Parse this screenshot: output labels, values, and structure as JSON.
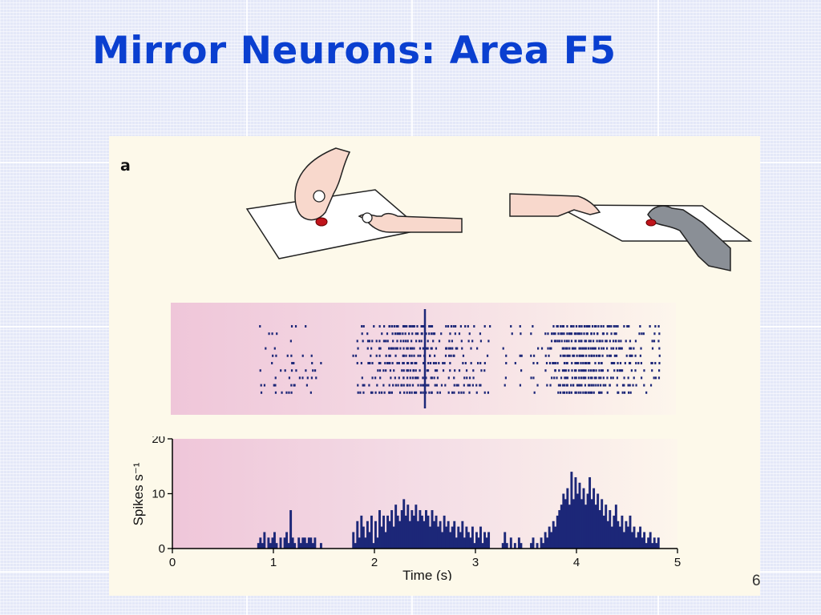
{
  "slide": {
    "title": "Mirror Neurons: Area F5",
    "panel_label": "a",
    "page_number": "6"
  },
  "colors": {
    "title": "#0a3fd0",
    "spikes": "#1c2778",
    "panel_bg": "#fdf9ea"
  },
  "chart_data": {
    "type": "bar",
    "title": "",
    "xlabel": "Time (s)",
    "ylabel": "Spikes s⁻¹",
    "xlim": [
      0,
      5
    ],
    "ylim": [
      0,
      20
    ],
    "x_ticks": [
      0,
      1,
      2,
      3,
      4,
      5
    ],
    "y_ticks": [
      0,
      10,
      20
    ],
    "bin_width": 0.02,
    "event_marker_time": 2.5,
    "grid": false,
    "bins": [
      {
        "x": 0.84,
        "y": 1
      },
      {
        "x": 0.86,
        "y": 2
      },
      {
        "x": 0.88,
        "y": 1
      },
      {
        "x": 0.9,
        "y": 3
      },
      {
        "x": 0.94,
        "y": 2
      },
      {
        "x": 0.96,
        "y": 1
      },
      {
        "x": 0.98,
        "y": 2
      },
      {
        "x": 1.0,
        "y": 3
      },
      {
        "x": 1.02,
        "y": 1
      },
      {
        "x": 1.06,
        "y": 2
      },
      {
        "x": 1.1,
        "y": 2
      },
      {
        "x": 1.12,
        "y": 3
      },
      {
        "x": 1.14,
        "y": 1
      },
      {
        "x": 1.16,
        "y": 7
      },
      {
        "x": 1.18,
        "y": 2
      },
      {
        "x": 1.2,
        "y": 1
      },
      {
        "x": 1.24,
        "y": 2
      },
      {
        "x": 1.26,
        "y": 1
      },
      {
        "x": 1.28,
        "y": 2
      },
      {
        "x": 1.3,
        "y": 2
      },
      {
        "x": 1.32,
        "y": 1
      },
      {
        "x": 1.34,
        "y": 2
      },
      {
        "x": 1.36,
        "y": 2
      },
      {
        "x": 1.38,
        "y": 1
      },
      {
        "x": 1.4,
        "y": 2
      },
      {
        "x": 1.46,
        "y": 1
      },
      {
        "x": 1.78,
        "y": 3
      },
      {
        "x": 1.8,
        "y": 1
      },
      {
        "x": 1.82,
        "y": 5
      },
      {
        "x": 1.84,
        "y": 2
      },
      {
        "x": 1.86,
        "y": 6
      },
      {
        "x": 1.88,
        "y": 4
      },
      {
        "x": 1.9,
        "y": 2
      },
      {
        "x": 1.92,
        "y": 5
      },
      {
        "x": 1.94,
        "y": 3
      },
      {
        "x": 1.96,
        "y": 6
      },
      {
        "x": 1.98,
        "y": 1
      },
      {
        "x": 2.0,
        "y": 5
      },
      {
        "x": 2.02,
        "y": 2
      },
      {
        "x": 2.04,
        "y": 7
      },
      {
        "x": 2.06,
        "y": 4
      },
      {
        "x": 2.08,
        "y": 6
      },
      {
        "x": 2.1,
        "y": 3
      },
      {
        "x": 2.12,
        "y": 6
      },
      {
        "x": 2.14,
        "y": 5
      },
      {
        "x": 2.16,
        "y": 7
      },
      {
        "x": 2.18,
        "y": 4
      },
      {
        "x": 2.2,
        "y": 8
      },
      {
        "x": 2.22,
        "y": 6
      },
      {
        "x": 2.24,
        "y": 5
      },
      {
        "x": 2.26,
        "y": 7
      },
      {
        "x": 2.28,
        "y": 9
      },
      {
        "x": 2.3,
        "y": 6
      },
      {
        "x": 2.32,
        "y": 8
      },
      {
        "x": 2.34,
        "y": 5
      },
      {
        "x": 2.36,
        "y": 7
      },
      {
        "x": 2.38,
        "y": 6
      },
      {
        "x": 2.4,
        "y": 8
      },
      {
        "x": 2.42,
        "y": 5
      },
      {
        "x": 2.44,
        "y": 7
      },
      {
        "x": 2.46,
        "y": 6
      },
      {
        "x": 2.48,
        "y": 5
      },
      {
        "x": 2.5,
        "y": 7
      },
      {
        "x": 2.52,
        "y": 6
      },
      {
        "x": 2.54,
        "y": 4
      },
      {
        "x": 2.56,
        "y": 7
      },
      {
        "x": 2.58,
        "y": 5
      },
      {
        "x": 2.6,
        "y": 6
      },
      {
        "x": 2.62,
        "y": 4
      },
      {
        "x": 2.64,
        "y": 5
      },
      {
        "x": 2.66,
        "y": 3
      },
      {
        "x": 2.68,
        "y": 6
      },
      {
        "x": 2.7,
        "y": 4
      },
      {
        "x": 2.72,
        "y": 5
      },
      {
        "x": 2.74,
        "y": 3
      },
      {
        "x": 2.76,
        "y": 4
      },
      {
        "x": 2.78,
        "y": 5
      },
      {
        "x": 2.8,
        "y": 2
      },
      {
        "x": 2.82,
        "y": 4
      },
      {
        "x": 2.84,
        "y": 3
      },
      {
        "x": 2.86,
        "y": 5
      },
      {
        "x": 2.88,
        "y": 2
      },
      {
        "x": 2.9,
        "y": 4
      },
      {
        "x": 2.92,
        "y": 3
      },
      {
        "x": 2.94,
        "y": 2
      },
      {
        "x": 2.96,
        "y": 4
      },
      {
        "x": 2.98,
        "y": 1
      },
      {
        "x": 3.0,
        "y": 3
      },
      {
        "x": 3.02,
        "y": 2
      },
      {
        "x": 3.04,
        "y": 4
      },
      {
        "x": 3.06,
        "y": 1
      },
      {
        "x": 3.08,
        "y": 3
      },
      {
        "x": 3.1,
        "y": 2
      },
      {
        "x": 3.12,
        "y": 3
      },
      {
        "x": 3.26,
        "y": 1
      },
      {
        "x": 3.28,
        "y": 3
      },
      {
        "x": 3.3,
        "y": 1
      },
      {
        "x": 3.34,
        "y": 2
      },
      {
        "x": 3.38,
        "y": 1
      },
      {
        "x": 3.42,
        "y": 2
      },
      {
        "x": 3.44,
        "y": 1
      },
      {
        "x": 3.54,
        "y": 1
      },
      {
        "x": 3.56,
        "y": 2
      },
      {
        "x": 3.6,
        "y": 1
      },
      {
        "x": 3.64,
        "y": 2
      },
      {
        "x": 3.66,
        "y": 1
      },
      {
        "x": 3.68,
        "y": 3
      },
      {
        "x": 3.7,
        "y": 2
      },
      {
        "x": 3.72,
        "y": 4
      },
      {
        "x": 3.74,
        "y": 3
      },
      {
        "x": 3.76,
        "y": 5
      },
      {
        "x": 3.78,
        "y": 4
      },
      {
        "x": 3.8,
        "y": 6
      },
      {
        "x": 3.82,
        "y": 7
      },
      {
        "x": 3.84,
        "y": 8
      },
      {
        "x": 3.86,
        "y": 10
      },
      {
        "x": 3.88,
        "y": 9
      },
      {
        "x": 3.9,
        "y": 11
      },
      {
        "x": 3.92,
        "y": 8
      },
      {
        "x": 3.94,
        "y": 14
      },
      {
        "x": 3.96,
        "y": 9
      },
      {
        "x": 3.98,
        "y": 13
      },
      {
        "x": 4.0,
        "y": 10
      },
      {
        "x": 4.02,
        "y": 12
      },
      {
        "x": 4.04,
        "y": 9
      },
      {
        "x": 4.06,
        "y": 11
      },
      {
        "x": 4.08,
        "y": 8
      },
      {
        "x": 4.1,
        "y": 10
      },
      {
        "x": 4.12,
        "y": 13
      },
      {
        "x": 4.14,
        "y": 9
      },
      {
        "x": 4.16,
        "y": 11
      },
      {
        "x": 4.18,
        "y": 8
      },
      {
        "x": 4.2,
        "y": 10
      },
      {
        "x": 4.22,
        "y": 7
      },
      {
        "x": 4.24,
        "y": 9
      },
      {
        "x": 4.26,
        "y": 6
      },
      {
        "x": 4.28,
        "y": 8
      },
      {
        "x": 4.3,
        "y": 5
      },
      {
        "x": 4.32,
        "y": 7
      },
      {
        "x": 4.34,
        "y": 4
      },
      {
        "x": 4.36,
        "y": 6
      },
      {
        "x": 4.38,
        "y": 8
      },
      {
        "x": 4.4,
        "y": 5
      },
      {
        "x": 4.42,
        "y": 4
      },
      {
        "x": 4.44,
        "y": 6
      },
      {
        "x": 4.46,
        "y": 3
      },
      {
        "x": 4.48,
        "y": 5
      },
      {
        "x": 4.5,
        "y": 4
      },
      {
        "x": 4.52,
        "y": 6
      },
      {
        "x": 4.54,
        "y": 3
      },
      {
        "x": 4.56,
        "y": 4
      },
      {
        "x": 4.58,
        "y": 2
      },
      {
        "x": 4.6,
        "y": 3
      },
      {
        "x": 4.62,
        "y": 4
      },
      {
        "x": 4.64,
        "y": 2
      },
      {
        "x": 4.66,
        "y": 3
      },
      {
        "x": 4.68,
        "y": 1
      },
      {
        "x": 4.7,
        "y": 2
      },
      {
        "x": 4.72,
        "y": 3
      },
      {
        "x": 4.74,
        "y": 1
      },
      {
        "x": 4.76,
        "y": 2
      },
      {
        "x": 4.78,
        "y": 1
      },
      {
        "x": 4.8,
        "y": 2
      }
    ]
  }
}
